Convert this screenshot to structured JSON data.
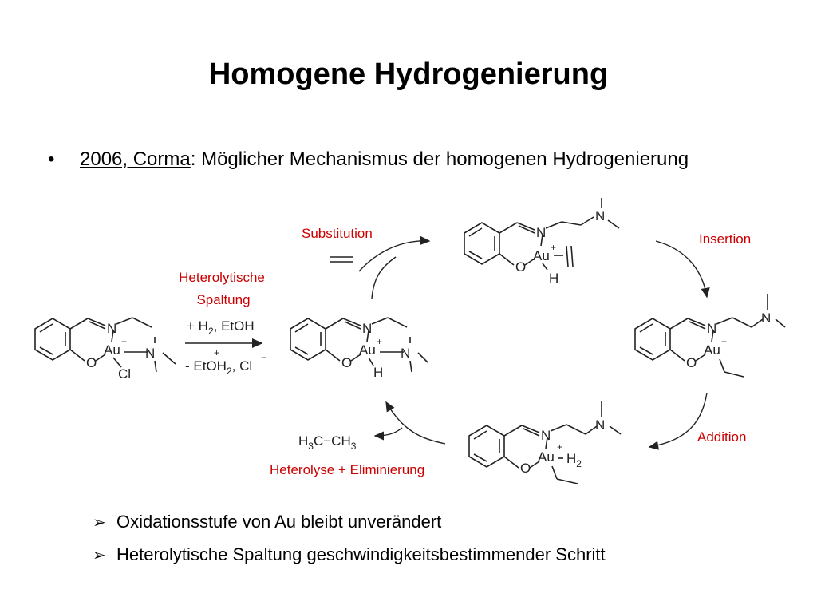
{
  "slide": {
    "title": "Homogene Hydrogenierung",
    "bullet": {
      "marker": "•",
      "ref": "2006, Corma",
      "text": ": Möglicher Mechanismus der homogenen Hydrogenierung"
    },
    "sub_items": [
      {
        "marker": "➢",
        "text": "Oxidationsstufe von Au bleibt unverändert"
      },
      {
        "marker": "➢",
        "text": "Heterolytische Spaltung geschwindigkeitsbestimmender Schritt"
      }
    ]
  },
  "scheme": {
    "step_labels": {
      "heterolytic_line1": "Heterolytische",
      "heterolytic_line2": "Spaltung",
      "substitution": "Substitution",
      "insertion": "Insertion",
      "addition": "Addition",
      "elimination": "Heterolyse + Eliminierung"
    },
    "reagents": {
      "above_a": "+ H",
      "above_sub": "2",
      "above_b": ", EtOH",
      "below_a": "- EtOH",
      "below_sub": "2",
      "below_b": ", Cl",
      "plus": "+",
      "minus": "−"
    },
    "atoms": {
      "N": "N",
      "O": "O",
      "Au": "Au",
      "Cl": "Cl",
      "H": "H",
      "charge": "+",
      "H2": "H",
      "two": "2"
    },
    "product": {
      "left": "H",
      "left_sub": "3",
      "mid": "C−CH",
      "right_sub": "3"
    }
  },
  "colors": {
    "label_red": "#cc0000",
    "ink": "#222222"
  }
}
